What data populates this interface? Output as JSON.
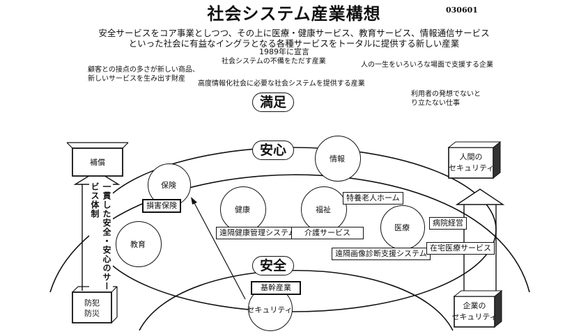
{
  "title": "社会システム産業構想",
  "doc_number": "030601",
  "subtitle_line1": "安全サービスをコア事業としつつ、その上に医療・健康サービス、教育サービス、情報通信サービス",
  "subtitle_line2": "といった社会に有益なイングラとなる各種サービスをトータルに提供する新しい産業",
  "year_note": "1989年に宣言",
  "notes": {
    "contact_line1": "顧客との接点の多さが新しい商品、",
    "contact_line2": "新しいサービスを生み出す財産",
    "inconvenience": "社会システムの不備をただす産業",
    "lifetime": "人の一生をいろいろな場面で支援する企業",
    "advanced_info": "高度情報化社会に必要な社会システムを提供する産業",
    "user_idea_line1": "利用者の発想でないと",
    "user_idea_line2": "り立たない仕事"
  },
  "levels": {
    "satisfaction": "満足",
    "peace_of_mind": "安心",
    "safety": "安全"
  },
  "circles": {
    "insurance": "保険",
    "information": "情報",
    "health": "健康",
    "welfare": "福祉",
    "medical": "医療",
    "education": "教育",
    "security": "セキュリティ"
  },
  "boxes": {
    "damage_insurance": "損害保険",
    "remote_health": "遠隔健康管理システム",
    "care_service": "介護サービス",
    "nursing_home": "特養老人ホーム",
    "remote_imaging": "遠隔画像診断支援システム",
    "hospital_management": "病院経営",
    "home_medical": "在宅医療サービス",
    "core_industry": "基幹産業"
  },
  "side": {
    "compensation": "補償",
    "crime_prevention_line1": "防犯",
    "crime_prevention_line2": "防災",
    "consistent_system": "一貫した安全・安心のサービス体制",
    "human_security_line1": "人間の",
    "human_security_line2": "セキュリティ",
    "corporate_security_line1": "企業の",
    "corporate_security_line2": "セキュリティ"
  }
}
